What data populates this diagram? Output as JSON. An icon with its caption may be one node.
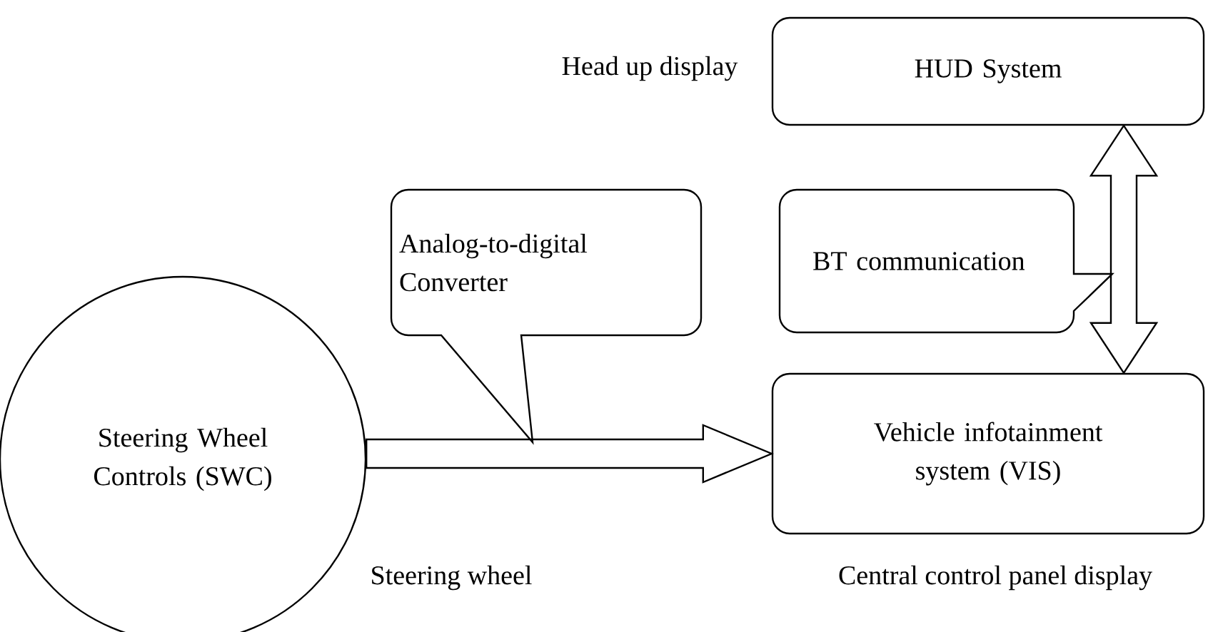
{
  "diagram": {
    "nodes": [
      {
        "text": [
          "HUD System"
        ],
        "beside": [
          "Head up display"
        ]
      },
      {
        "text": [
          "Analog-to-digital Converter"
        ]
      },
      {
        "text": [
          "BT communication"
        ]
      },
      {
        "text": [
          "Steering Wheel Controls (SWC)"
        ],
        "beside": [
          "Steering wheel"
        ]
      },
      {
        "text": [
          "Vehicle infotainment system (VIS)"
        ],
        "beside": [
          "Central control panel display"
        ]
      }
    ],
    "edges": [
      {
        "from": 3,
        "to": 4,
        "arrow": "to"
      },
      {
        "from": 0,
        "to": 4,
        "arrow": "both"
      }
    ]
  }
}
